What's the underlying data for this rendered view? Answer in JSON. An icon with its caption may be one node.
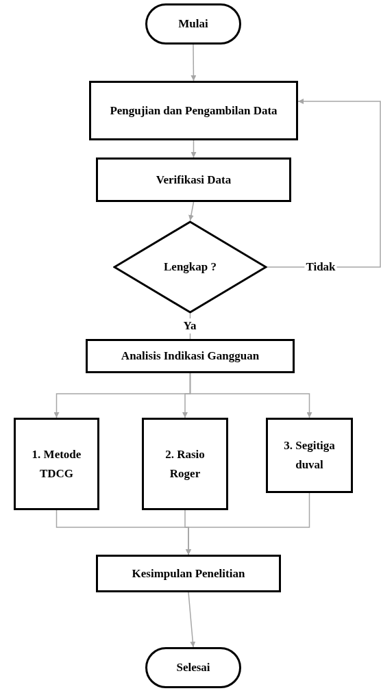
{
  "diagram": {
    "nodes": [
      {
        "text": [
          "Mulai"
        ]
      },
      {
        "text": [
          "Pengujian dan Pengambilan Data"
        ]
      },
      {
        "text": [
          "Verifikasi Data"
        ]
      },
      {
        "text": [
          "Lengkap ?"
        ]
      },
      {
        "text": [
          "Analisis Indikasi Gangguan"
        ]
      },
      {
        "text": [
          "1. Metode TDCG"
        ]
      },
      {
        "text": [
          "2. Rasio Roger"
        ]
      },
      {
        "text": [
          "3. Segitiga duval"
        ]
      },
      {
        "text": [
          "Kesimpulan Penelitian"
        ]
      },
      {
        "text": [
          "Selesai"
        ]
      }
    ],
    "edges": [
      {
        "from": 0,
        "to": 1,
        "arrow": "to"
      },
      {
        "from": 1,
        "to": 2,
        "arrow": "to"
      },
      {
        "from": 2,
        "to": 3,
        "arrow": "to"
      },
      {
        "from": 3,
        "to": 1,
        "arrow": "to",
        "label": "Tidak"
      },
      {
        "from": 3,
        "to": 4,
        "arrow": "none",
        "label": "Ya"
      },
      {
        "from": 4,
        "to": 5,
        "arrow": "to"
      },
      {
        "from": 4,
        "to": 6,
        "arrow": "to"
      },
      {
        "from": 4,
        "to": 7,
        "arrow": "to"
      },
      {
        "from": 5,
        "to": 8,
        "arrow": "to"
      },
      {
        "from": 6,
        "to": 8,
        "arrow": "to"
      },
      {
        "from": 7,
        "to": 8,
        "arrow": "to"
      },
      {
        "from": 8,
        "to": 9,
        "arrow": "to"
      }
    ]
  }
}
